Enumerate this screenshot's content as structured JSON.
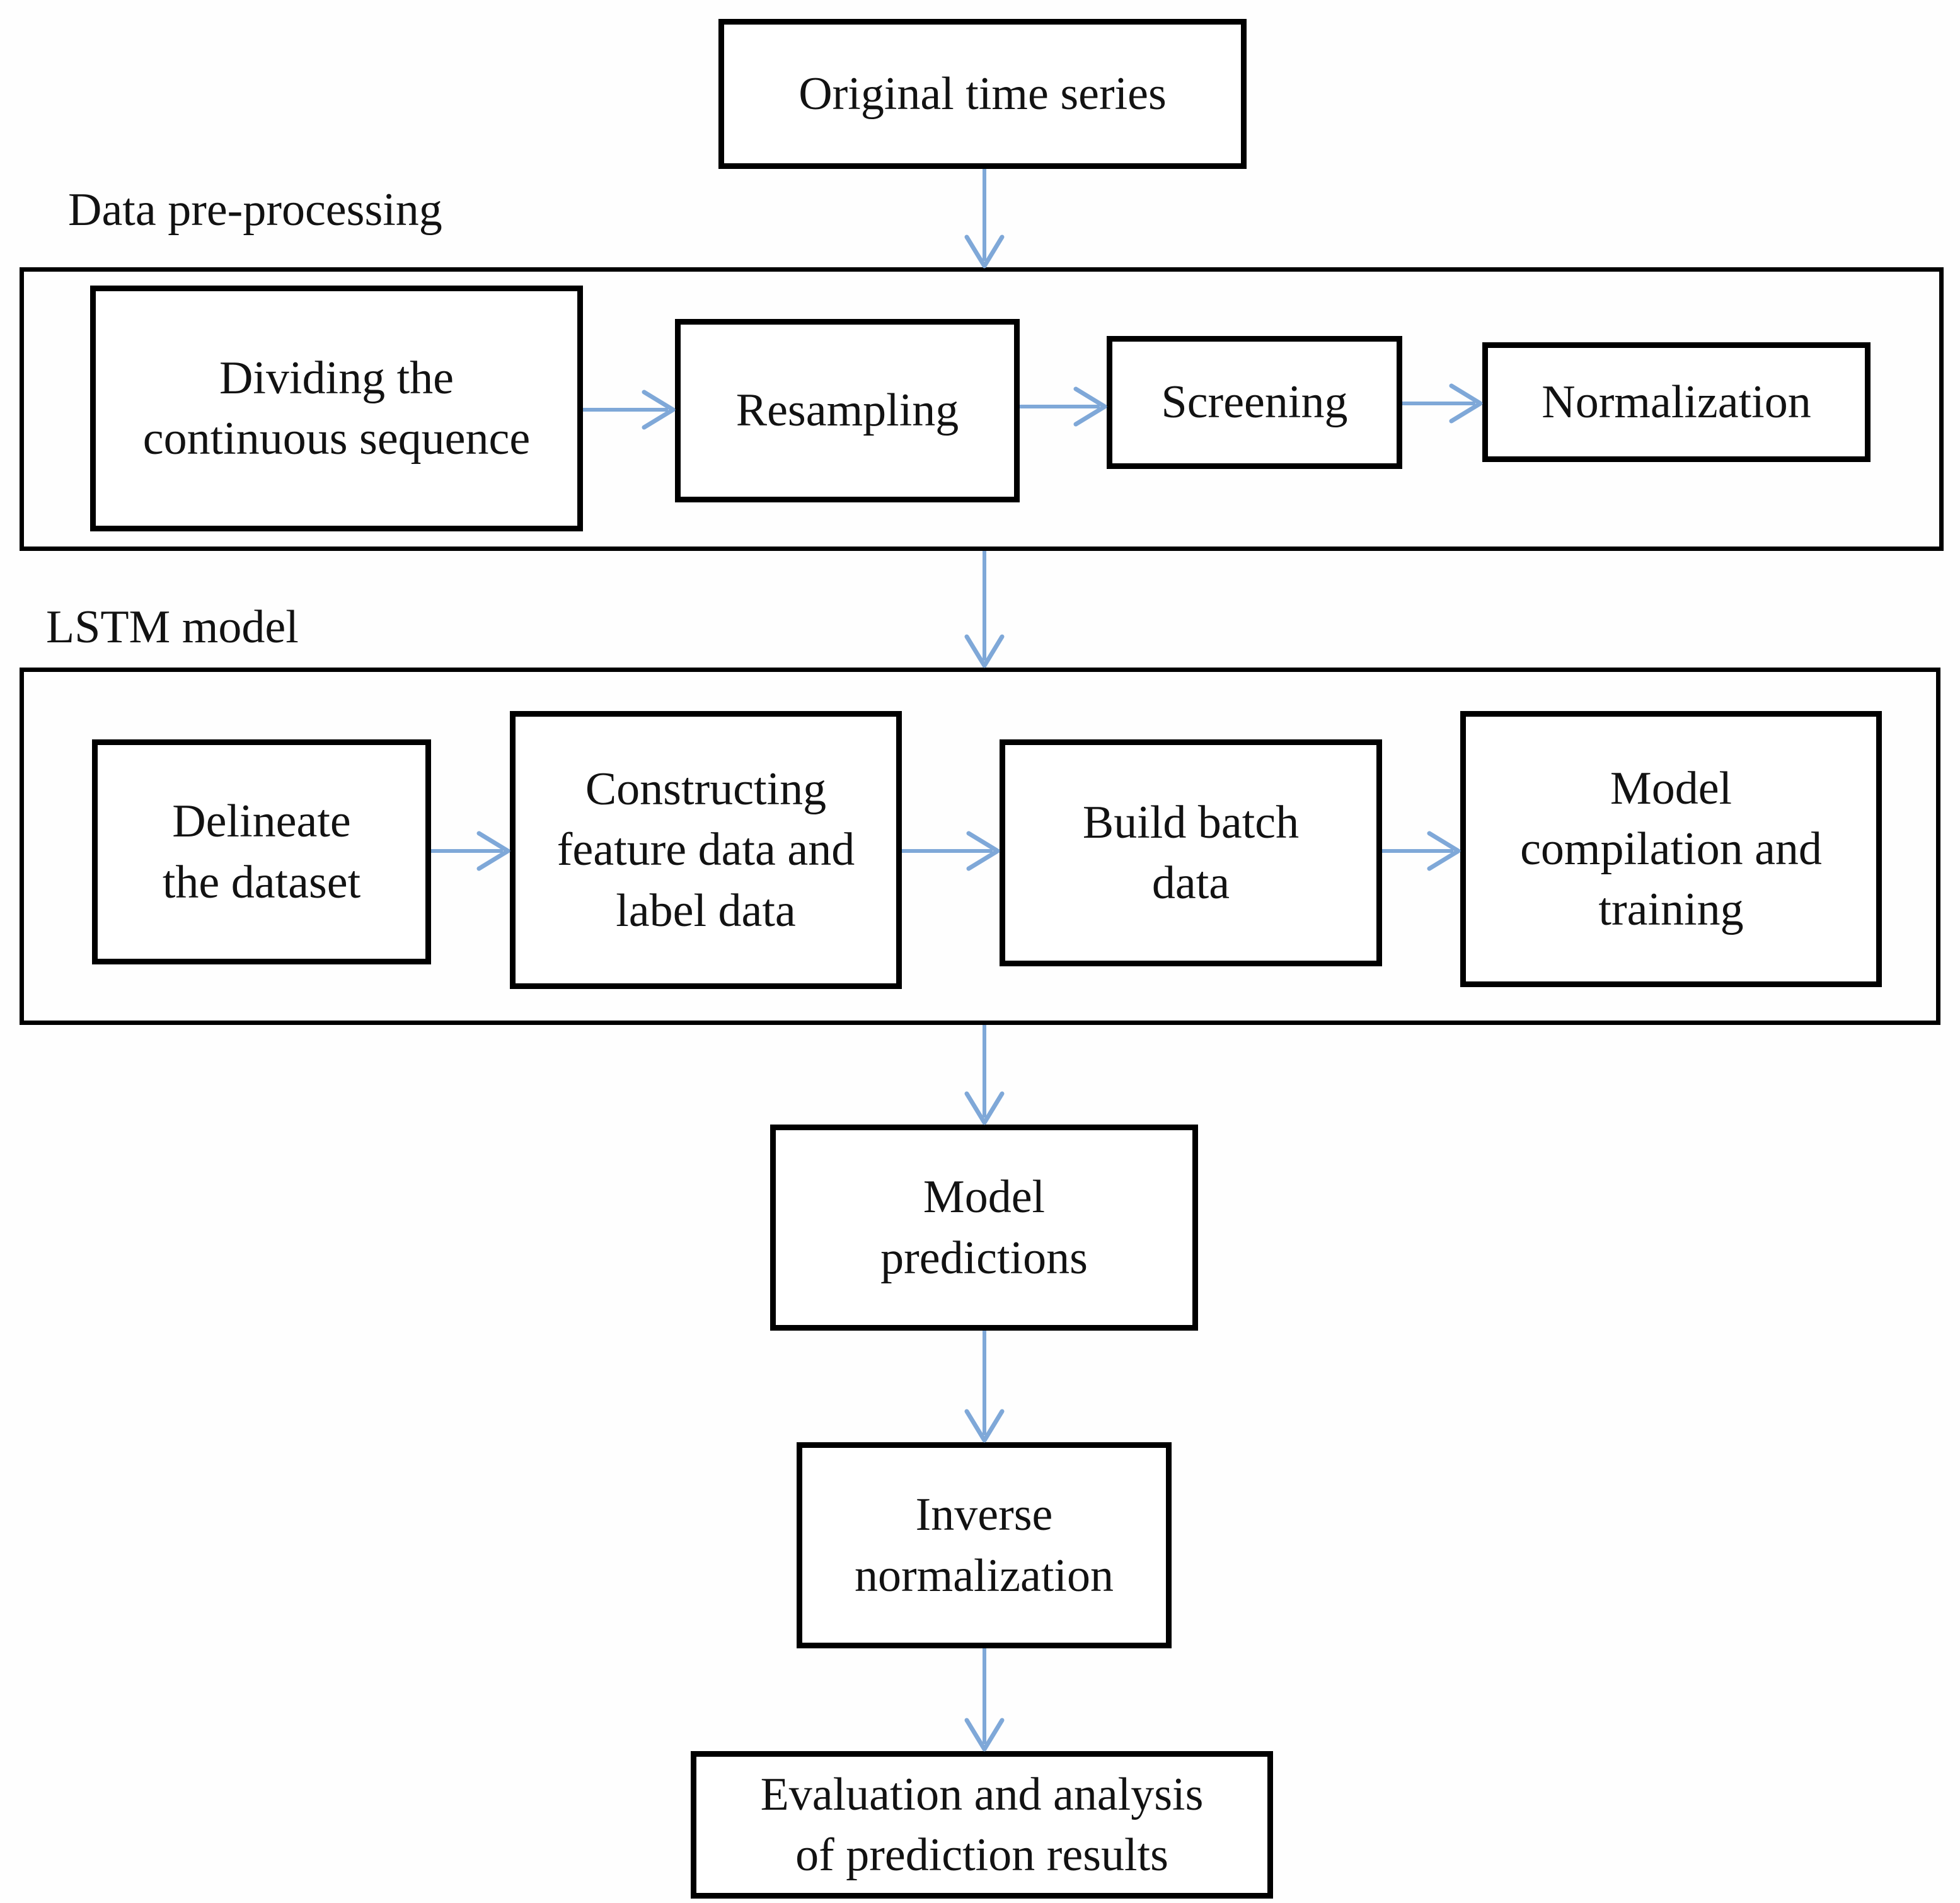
{
  "figure": {
    "type": "flowchart",
    "start": {
      "label": "Original time series"
    },
    "sections": {
      "preprocessing": {
        "label": "Data pre-processing",
        "steps": [
          {
            "label": "Dividing the\ncontinuous sequence"
          },
          {
            "label": "Resampling"
          },
          {
            "label": "Screening"
          },
          {
            "label": "Normalization"
          }
        ]
      },
      "lstm": {
        "label": "LSTM model",
        "steps": [
          {
            "label": "Delineate\nthe dataset"
          },
          {
            "label": "Constructing\nfeature data and\nlabel data"
          },
          {
            "label": "Build batch\ndata"
          },
          {
            "label": "Model\ncompilation and\ntraining"
          }
        ]
      }
    },
    "tail": [
      {
        "label": "Model\npredictions"
      },
      {
        "label": "Inverse\nnormalization"
      },
      {
        "label": "Evaluation and analysis\nof prediction results"
      }
    ]
  },
  "colors": {
    "arrow": "#7fa8d8",
    "box_border": "#000000",
    "text": "#121212",
    "background": "#fefefe"
  }
}
